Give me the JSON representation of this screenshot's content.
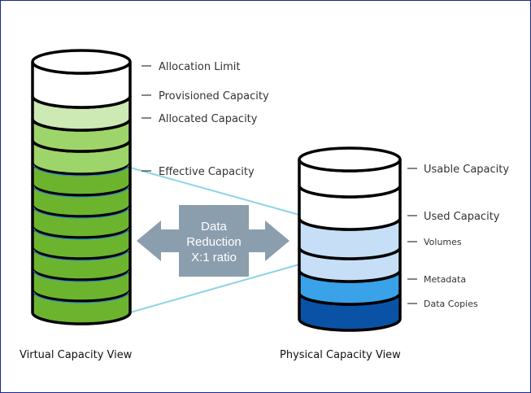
{
  "virtual": {
    "caption": "Virtual Capacity View",
    "labels": {
      "allocation_limit": "Allocation Limit",
      "provisioned": "Provisioned Capacity",
      "allocated": "Allocated Capacity",
      "effective": "Effective Capacity"
    }
  },
  "physical": {
    "caption": "Physical Capacity View",
    "labels": {
      "usable": "Usable Capacity",
      "used": "Used Capacity",
      "volumes": "Volumes",
      "metadata": "Metadata",
      "data_copies": "Data Copies"
    }
  },
  "reduction": {
    "line1": "Data",
    "line2": "Reduction",
    "line3": "X:1 ratio"
  },
  "colors": {
    "frame": "#1a2a8c",
    "virtual_white": "#ffffff",
    "virtual_light_green": "#cde9b4",
    "virtual_mid_green": "#9ed56a",
    "virtual_dark_green": "#6cb42e",
    "physical_white": "#ffffff",
    "physical_light_blue": "#c6dff7",
    "physical_mid_blue": "#3aa2e8",
    "physical_dark_blue": "#0a52a6",
    "arrow": "#8a9eae",
    "connector": "#8fd3e6"
  }
}
